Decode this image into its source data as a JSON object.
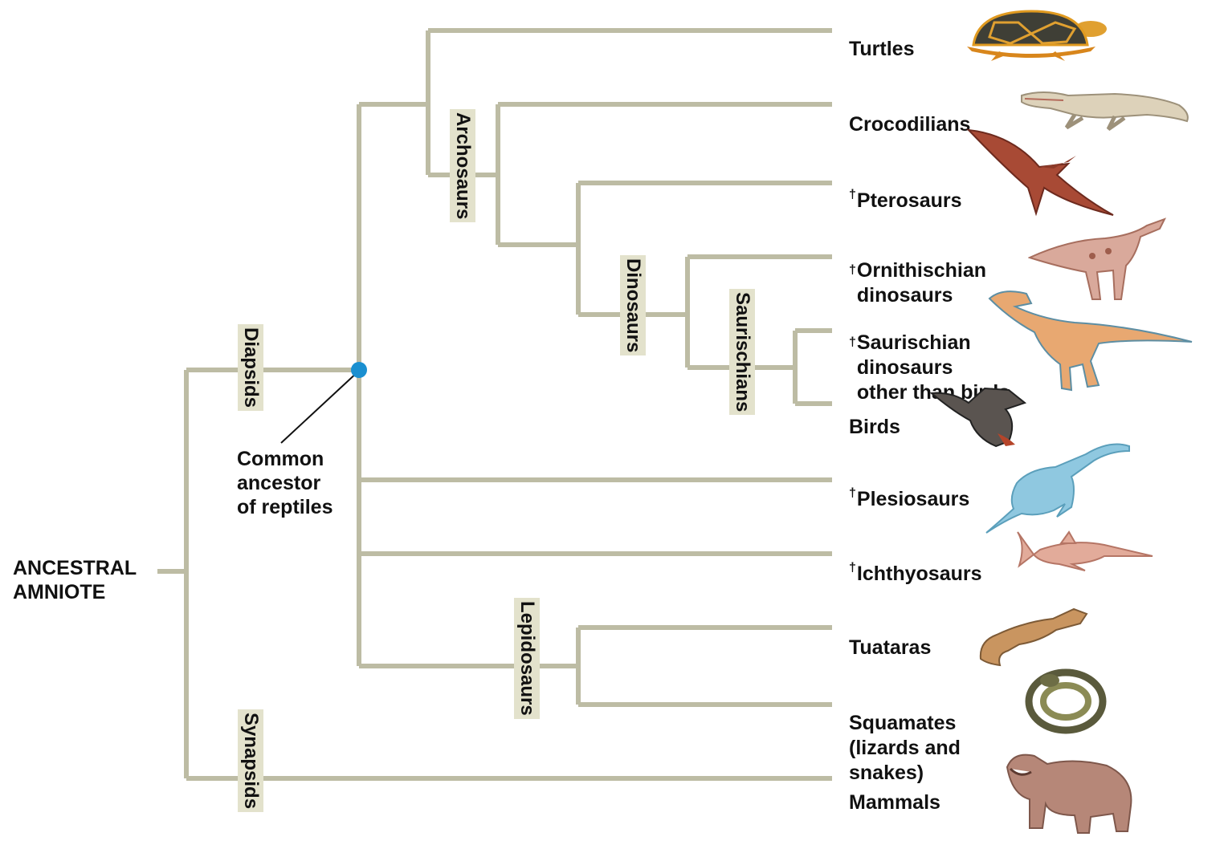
{
  "root_label": "ANCESTRAL\nAMNIOTE",
  "common_ancestor_label": "Common\nancestor\nof reptiles",
  "clades": {
    "diapsids": "Diapsids",
    "synapsids": "Synapsids",
    "archosaurs": "Archosaurs",
    "dinosaurs": "Dinosaurs",
    "saurischians": "Saurischians",
    "lepidosaurs": "Lepidosaurs"
  },
  "taxa": [
    {
      "name": "Turtles",
      "extinct": false,
      "icon": "turtle-icon"
    },
    {
      "name": "Crocodilians",
      "extinct": false,
      "icon": "crocodile-icon"
    },
    {
      "name": "Pterosaurs",
      "extinct": true,
      "icon": "pterosaur-icon"
    },
    {
      "name": "Ornithischian\ndinosaurs",
      "extinct": true,
      "icon": "ornithischian-icon"
    },
    {
      "name": "Saurischian\ndinosaurs\nother than birds",
      "extinct": true,
      "icon": "theropod-icon"
    },
    {
      "name": "Birds",
      "extinct": false,
      "icon": "bird-icon"
    },
    {
      "name": "Plesiosaurs",
      "extinct": true,
      "icon": "plesiosaur-icon"
    },
    {
      "name": "Ichthyosaurs",
      "extinct": true,
      "icon": "ichthyosaur-icon"
    },
    {
      "name": "Tuataras",
      "extinct": false,
      "icon": "tuatara-icon"
    },
    {
      "name": "Squamates\n(lizards and\nsnakes)",
      "extinct": false,
      "icon": "snake-icon"
    },
    {
      "name": "Mammals",
      "extinct": false,
      "icon": "hippo-icon"
    }
  ],
  "extinct_marker": "†",
  "colors": {
    "branch": "#bdbca4",
    "clade_label_bg": "#e3e2cc",
    "ancestor_node": "#1a8fd0",
    "text": "#111111"
  }
}
